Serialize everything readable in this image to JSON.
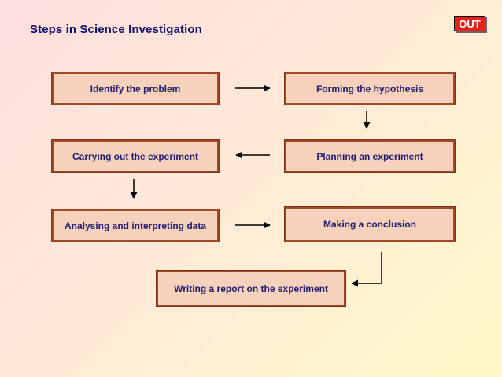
{
  "title": "Steps in Science Investigation",
  "out_button": "OUT",
  "steps": [
    "Identify the problem",
    "Forming the hypothesis",
    "Planning an experiment",
    "Carrying out the experiment",
    "Analysing and interpreting data",
    "Making a conclusion",
    "Writing a report on the experiment"
  ]
}
